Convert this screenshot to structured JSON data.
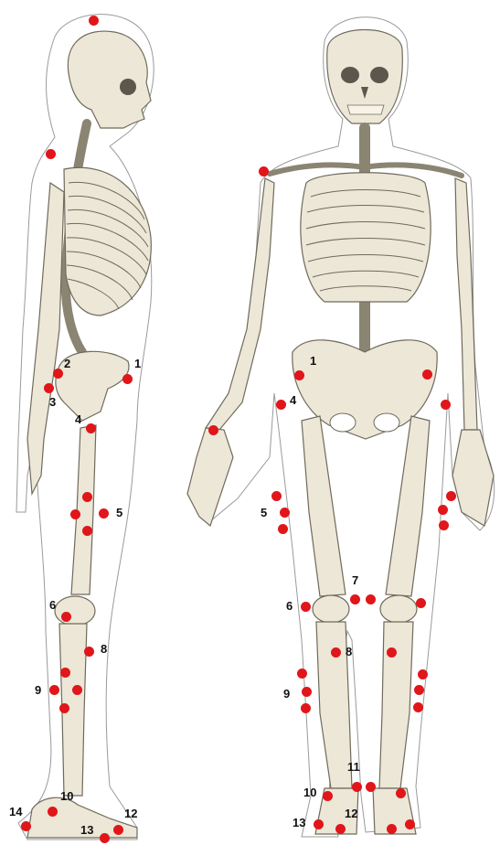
{
  "figure": {
    "marker_color": "#e0161b",
    "bone_fill": "#ece7d6",
    "bone_stroke": "#6f6a5c",
    "outline_color": "#9a9a9a",
    "lateral_view_labels": [
      "1",
      "2",
      "3",
      "4",
      "5",
      "6",
      "8",
      "9",
      "10",
      "12",
      "13",
      "14"
    ],
    "anterior_view_labels": [
      "1",
      "4",
      "5",
      "6",
      "7",
      "8",
      "9",
      "10",
      "11",
      "12",
      "13"
    ]
  }
}
